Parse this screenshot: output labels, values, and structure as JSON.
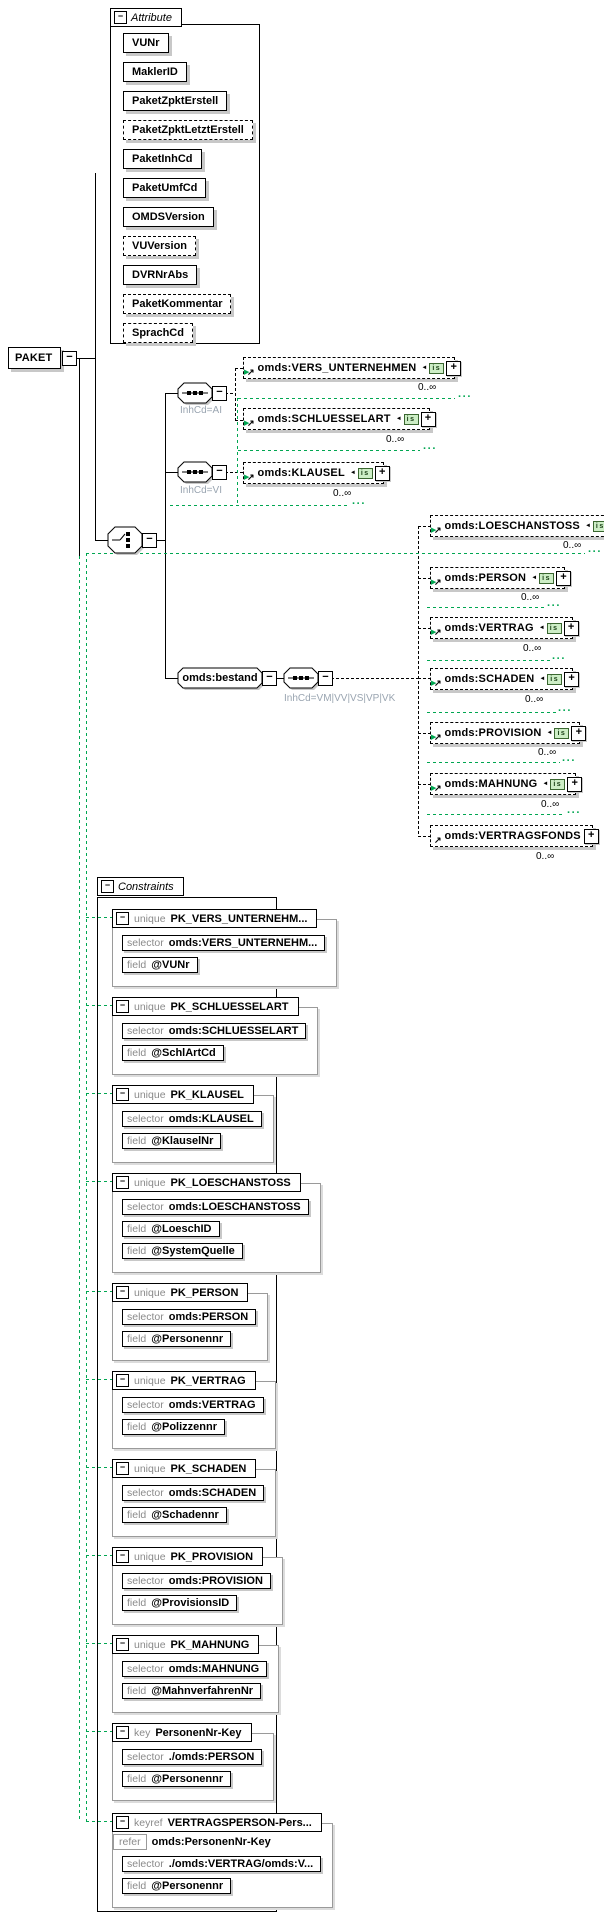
{
  "diagram": {
    "attribute_box": {
      "label": "Attribute",
      "items": [
        "VUNr",
        "MaklerID",
        "PaketZpktErstell",
        "PaketZpktLetztErstell",
        "PaketInhCd",
        "PaketUmfCd",
        "OMDSVersion",
        "VUVersion",
        "DVRNrAbs",
        "PaketKommentar",
        "SprachCd"
      ]
    },
    "root": "PAKET",
    "bestand": "omds:bestand",
    "conditions": {
      "ai": "InhCd=AI",
      "vi": "InhCd=VI",
      "bestand": "InhCd=VM|VV|VS|VP|VK"
    },
    "occurrence": "0..∞",
    "elements": {
      "vers_unternehmen": "omds:VERS_UNTERNEHMEN",
      "schluesselart": "omds:SCHLUESSELART",
      "klausel": "omds:KLAUSEL",
      "loeschanstoss": "omds:LOESCHANSTOSS",
      "person": "omds:PERSON",
      "vertrag": "omds:VERTRAG",
      "schaden": "omds:SCHADEN",
      "provision": "omds:PROVISION",
      "mahnung": "omds:MAHNUNG",
      "vertragsfonds": "omds:VERTRAGSFONDS"
    }
  },
  "constraints": {
    "label": "Constraints",
    "labels": {
      "selector": "selector",
      "field": "field",
      "refer": "refer"
    },
    "groups": [
      {
        "kind": "unique",
        "name": "PK_VERS_UNTERNEHM...",
        "selector": "omds:VERS_UNTERNEHM...",
        "fields": [
          "@VUNr"
        ]
      },
      {
        "kind": "unique",
        "name": "PK_SCHLUESSELART",
        "selector": "omds:SCHLUESSELART",
        "fields": [
          "@SchlArtCd"
        ]
      },
      {
        "kind": "unique",
        "name": "PK_KLAUSEL",
        "selector": "omds:KLAUSEL",
        "fields": [
          "@KlauselNr"
        ]
      },
      {
        "kind": "unique",
        "name": "PK_LOESCHANSTOSS",
        "selector": "omds:LOESCHANSTOSS",
        "fields": [
          "@LoeschID",
          "@SystemQuelle"
        ]
      },
      {
        "kind": "unique",
        "name": "PK_PERSON",
        "selector": "omds:PERSON",
        "fields": [
          "@Personennr"
        ]
      },
      {
        "kind": "unique",
        "name": "PK_VERTRAG",
        "selector": "omds:VERTRAG",
        "fields": [
          "@Polizzennr"
        ]
      },
      {
        "kind": "unique",
        "name": "PK_SCHADEN",
        "selector": "omds:SCHADEN",
        "fields": [
          "@Schadennr"
        ]
      },
      {
        "kind": "unique",
        "name": "PK_PROVISION",
        "selector": "omds:PROVISION",
        "fields": [
          "@ProvisionsID"
        ]
      },
      {
        "kind": "unique",
        "name": "PK_MAHNUNG",
        "selector": "omds:MAHNUNG",
        "fields": [
          "@MahnverfahrenNr"
        ]
      },
      {
        "kind": "key",
        "name": "PersonenNr-Key",
        "selector": "./omds:PERSON",
        "fields": [
          "@Personennr"
        ]
      },
      {
        "kind": "keyref",
        "name": "VERTRAGSPERSON-Pers...",
        "refer": "omds:PersonenNr-Key",
        "selector": "./omds:VERTRAG/omds:V...",
        "fields": [
          "@Personennr"
        ]
      }
    ]
  },
  "icons": {
    "minus": "−",
    "plus": "+",
    "ref_arrow": "↗",
    "entry_arrow": "▶",
    "badge_arrow": "◄",
    "badge": "is",
    "ellipsis": "···"
  },
  "colors": {
    "optional_green": "#00a651",
    "shadow": "#c8c8c8",
    "condition_text": "#9aa5b1"
  }
}
